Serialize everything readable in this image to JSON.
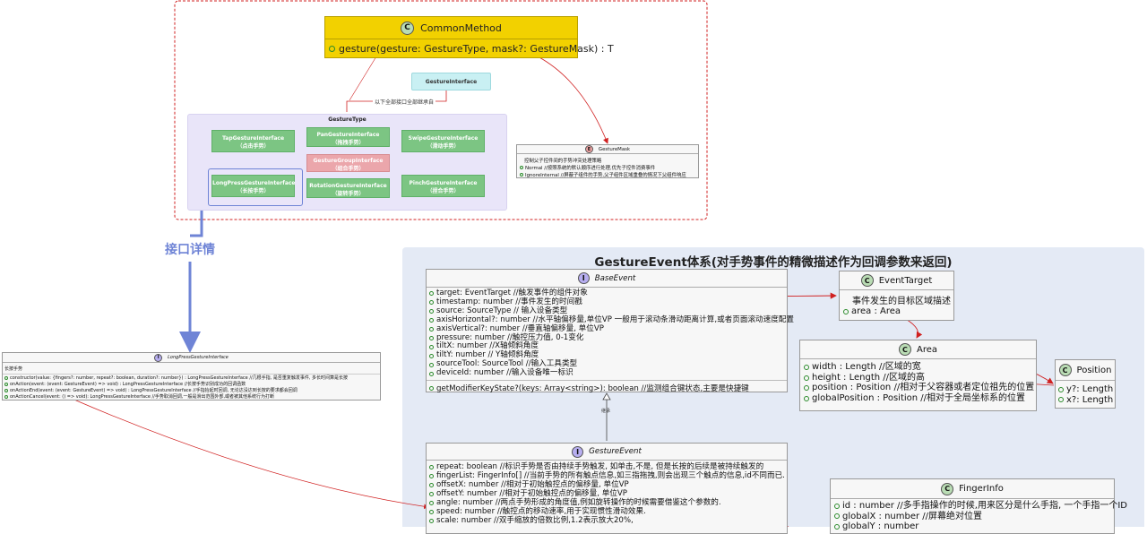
{
  "common_method": {
    "icon": "C",
    "title": "CommonMethod",
    "method": "gesture(gesture: GestureType, mask?: GestureMask) : T"
  },
  "gesture_interface": {
    "label": "GestureInterface"
  },
  "inherit_note": {
    "text": "以下全部接口全部继承自"
  },
  "gesture_type": {
    "title": "GestureType",
    "items": [
      {
        "name": "TapGestureInterface",
        "note": "（点击手势）"
      },
      {
        "name": "PanGestureInterface",
        "note": "（拖拽手势）"
      },
      {
        "name": "SwipeGestureInterface",
        "note": "（滑动手势）"
      },
      {
        "name": "GestureGroupInterface",
        "note": "（组合手势）"
      },
      {
        "name": "LongPressGestureInterface",
        "note": "（长按手势）"
      },
      {
        "name": "RotationGestureInterface",
        "note": "（旋转手势）"
      },
      {
        "name": "PinchGestureInterface",
        "note": "（捏合手势）"
      }
    ]
  },
  "gesture_mask": {
    "icon": "E",
    "title": "GestureMask",
    "desc": "控制父子控件间的手势冲突处理策略",
    "items": [
      "Normal //按照系统的默认顺序进行处理,优先子控件消费事件",
      "IgnoreInternal //屏蔽子组件的手势,父子组件区域重叠的情况下父组件响应"
    ]
  },
  "detail_label": "接口详情",
  "long_press": {
    "icon": "I",
    "title": "LongPressGestureInterface",
    "desc": "长按手势",
    "items": [
      "constructor(value: {fingers?: number, repeat?: boolean, duration?: number}) : LongPressGestureInterface //几根手指, 是否重复触发事件, 多长时间算是长按",
      "onAction(event: (event: GestureEvent) => void) : LongPressGestureInterface //长按手势识别成功的回调函数",
      "onActionEnd(event: (event: GestureEvent) => void) : LongPressGestureInterface //手指抬起时回调, 无论达没达到长按的要求都会回调",
      "onActionCancel(event: () => void): LongPressGestureInterface //手势取消回调,一般是滑出范围外部,或者被其他系统行为打断"
    ]
  },
  "event_panel": {
    "title": "GestureEvent体系(对手势事件的精微描述作为回调参数来返回)"
  },
  "base_event": {
    "icon": "I",
    "title": "BaseEvent",
    "fields": [
      "target: EventTarget //触发事件的组件对象",
      "timestamp: number //事件发生的时间戳",
      "source: SourceType // 输入设备类型",
      "axisHorizontal?: number //水平轴偏移量,单位VP 一般用于滚动条滑动距离计算,或者页面滚动速度配置",
      "axisVertical?: number //垂直轴偏移量, 单位VP",
      "pressure: number //触控压力值, 0-1变化",
      "tiltX: number //X轴倾斜角度",
      "tiltY: number // Y轴倾斜角度",
      "sourceTool: SourceTool //输入工具类型",
      "deviceId: number //输入设备唯一标识"
    ],
    "methods": [
      "getModifierKeyState?(keys: Array<string>): boolean //监测组合键状态,主要是快捷键"
    ]
  },
  "inherit_label": "继承",
  "gesture_event": {
    "icon": "I",
    "title": "GestureEvent",
    "fields": [
      "repeat: boolean //标识手势是否由持续手势触发, 如单击,不是, 但是长按的后续是被持续触发的",
      "fingerList: FingerInfo[] //当前手势的所有触点信息,如三指拖拽,则会出现三个触点的信息,id不同而已.",
      "offsetX: number //相对于初始触控点的偏移量, 单位VP",
      "offsetY: number //相对于初始触控点的偏移量, 单位VP",
      "angle: number //两点手势形成的角度值,例如旋转操作的时候需要借鉴这个参数的.",
      "speed: number //触控点的移动速率,用于实现惯性滑动效果.",
      "scale: number //双手缩放的倍数比例,1.2表示放大20%,"
    ]
  },
  "event_target": {
    "icon": "C",
    "title": "EventTarget",
    "desc": "事件发生的目标区域描述",
    "fields": [
      "area : Area"
    ]
  },
  "area": {
    "icon": "C",
    "title": "Area",
    "fields": [
      "width : Length //区域的宽",
      "height : Length //区域的高",
      "position : Position //相对于父容器或者定位祖先的位置",
      "globalPosition : Position //相对于全局坐标系的位置"
    ]
  },
  "position": {
    "icon": "C",
    "title": "Position",
    "fields": [
      "y?: Length",
      "x?: Length"
    ]
  },
  "finger_info": {
    "icon": "C",
    "title": "FingerInfo",
    "fields": [
      "id : number //多手指操作的时候,用来区分是什么手指, 一个手指一个ID",
      "globalX : number //屏幕绝对位置",
      "globalY : number"
    ]
  },
  "colors": {
    "header_yellow": "#f2d100",
    "panel_lavender": "#e9e5f9",
    "gesture_green": "#7cc583",
    "group_pink": "#eba6ab",
    "interface_cyan": "#c9f0f3",
    "event_panel_bg": "#e4eaf5",
    "arrow_red": "#d02020",
    "detail_blue": "#6f84d6"
  }
}
